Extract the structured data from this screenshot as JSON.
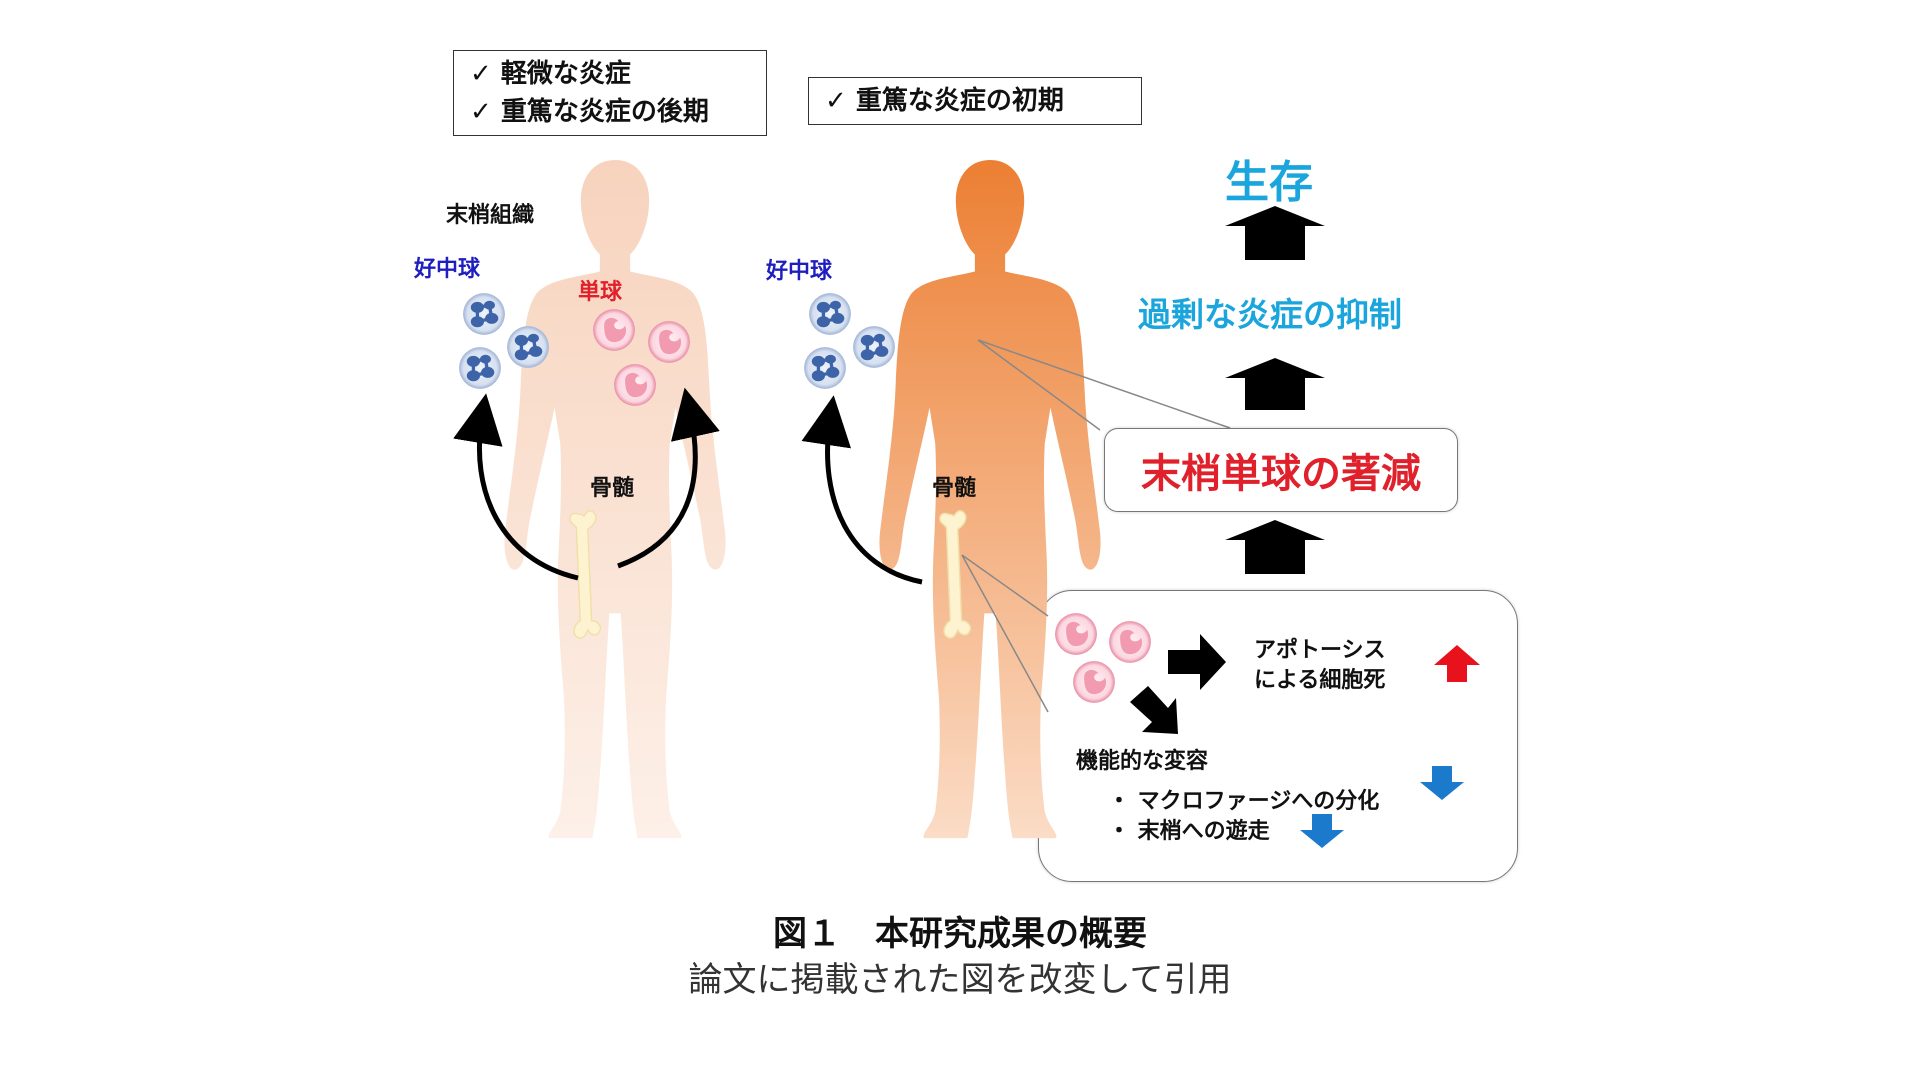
{
  "left_condition": [
    "✓ 軽微な炎症",
    "✓ 重篤な炎症の後期"
  ],
  "right_condition": "✓ 重篤な炎症の初期",
  "left_figure": {
    "peripheral_tissue_label": "末梢組織",
    "neutrophil_label": "好中球",
    "monocyte_label": "単球",
    "bone_marrow_label": "骨髄"
  },
  "right_figure": {
    "neutrophil_label": "好中球",
    "bone_marrow_label": "骨髄"
  },
  "flow": {
    "survival": "生存",
    "suppression": "過剰な炎症の抑制",
    "monocyte_reduction": "末梢単球の著減"
  },
  "detail": {
    "apoptosis_line1": "アポトーシス",
    "apoptosis_line2": "による細胞死",
    "functional_change": "機能的な変容",
    "bullet1": "・ マクロファージへの分化",
    "bullet2": "・ 末梢への遊走"
  },
  "caption": {
    "title": "図１　本研究成果の概要",
    "subtitle": "論文に掲載された図を改変して引用"
  },
  "colors": {
    "left_body": "#fbe0d0",
    "right_body": "#ef8a45",
    "neutrophil": "#3d63a8",
    "monocyte": "#f29ab0",
    "up_arrow": "#e8121c",
    "down_arrow": "#1c7acc",
    "flow_arrow": "#000000"
  },
  "icons": [
    "check-icon",
    "neutrophil-cell-icon",
    "monocyte-cell-icon",
    "bone-icon",
    "curved-arrow-icon",
    "up-arrow-icon",
    "down-arrow-icon",
    "right-arrow-icon"
  ]
}
